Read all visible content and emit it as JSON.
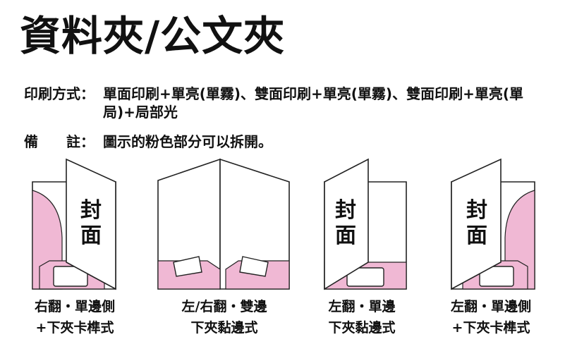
{
  "title": "資料夾/公文夾",
  "specs": {
    "print_label": "印刷方式",
    "print_value": "單面印刷+單亮(單霧)、雙面印刷+單亮(單霧)、雙面印刷+單亮(單局)+局部光",
    "note_label": "備　　註",
    "note_value": "圖示的粉色部分可以拆開。",
    "colon": "："
  },
  "colors": {
    "pink": "#f0b8d4",
    "outline": "#222222"
  },
  "diagrams": [
    {
      "cover_label_1": "封",
      "cover_label_2": "面",
      "caption_1": "右翻・單邊側",
      "caption_2": "+下夾卡榫式"
    },
    {
      "caption_1": "左/右翻・雙邊",
      "caption_2": "下夾黏邊式"
    },
    {
      "cover_label_1": "封",
      "cover_label_2": "面",
      "caption_1": "左翻・單邊",
      "caption_2": "下夾黏邊式"
    },
    {
      "cover_label_1": "封",
      "cover_label_2": "面",
      "caption_1": "左翻・單邊側",
      "caption_2": "+下夾卡榫式"
    }
  ]
}
